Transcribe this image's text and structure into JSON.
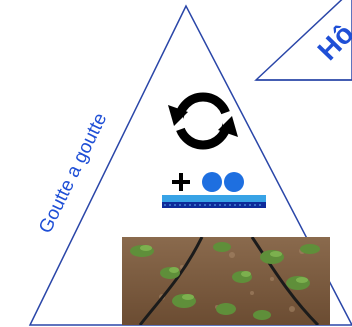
{
  "diagram": {
    "side_label": "Goutte a goutte",
    "corner_label": "Hô"
  },
  "icons": {
    "cycle": "cycle-arrows-icon",
    "plus_drops": "plus-drops-icon",
    "photo": "drip-irrigation-photo"
  },
  "colors": {
    "text_blue": "#1f4fd6",
    "triangle_stroke": "#2a46a8",
    "drop_blue": "#1e6fe0",
    "band_blue": "#0d2a9a",
    "band_light": "#38a3e6"
  }
}
